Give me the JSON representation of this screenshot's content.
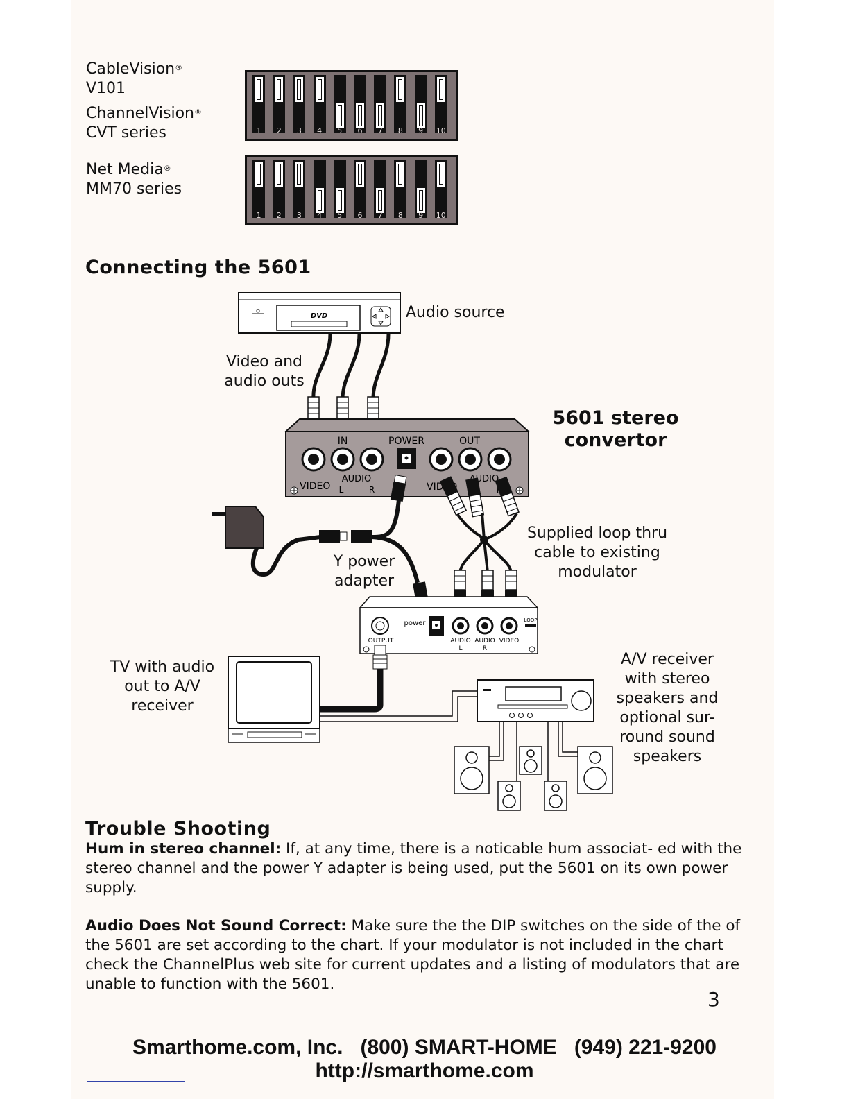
{
  "dip_rows": [
    {
      "labels": [
        {
          "name": "CableVision",
          "mark": "®",
          "model": "V101"
        },
        {
          "name": "ChannelVision",
          "mark": "®",
          "model": "CVT series"
        }
      ],
      "switches": [
        "up",
        "up",
        "up",
        "up",
        "down",
        "down",
        "down",
        "up",
        "down",
        "up"
      ]
    },
    {
      "labels": [
        {
          "name": "Net Media",
          "mark": "®",
          "model": "MM70 series"
        }
      ],
      "switches": [
        "up",
        "up",
        "up",
        "down",
        "down",
        "up",
        "down",
        "up",
        "down",
        "up"
      ]
    }
  ],
  "switch_numbers": [
    "1",
    "2",
    "3",
    "4",
    "5",
    "6",
    "7",
    "8",
    "9",
    "10"
  ],
  "connecting": {
    "heading": "Connecting the 5601",
    "dvd_label": "DVD",
    "audio_source": "Audio source",
    "video_audio_outs_1": "Video and",
    "video_audio_outs_2": "audio outs",
    "convertor_1": "5601 stereo",
    "convertor_2": "convertor",
    "panel": {
      "in": "IN",
      "power": "POWER",
      "out": "OUT",
      "video": "VIDEO",
      "audio": "AUDIO",
      "l": "L",
      "r": "R"
    },
    "loop_1": "Supplied loop thru",
    "loop_2": "cable to existing",
    "loop_3": "modulator",
    "y_power_1": "Y power",
    "y_power_2": "adapter",
    "modulator": {
      "power": "power",
      "output": "OUTPUT",
      "audio": "AUDIO",
      "video": "VIDEO",
      "l": "L",
      "r": "R",
      "loop": "LOOP"
    },
    "tv_1": "TV with audio",
    "tv_2": "out to A/V",
    "tv_3": "receiver",
    "av_1": "A/V receiver",
    "av_2": "with stereo",
    "av_3": "speakers and",
    "av_4": "optional sur-",
    "av_5": "round sound",
    "av_6": "speakers"
  },
  "trouble": {
    "heading": "Trouble Shooting",
    "hum_title": "Hum in stereo channel:",
    "hum_text": " If, at any time, there is a noticable hum associat- ed with the stereo channel and the power Y adapter is being used, put the 5601 on its own power supply.",
    "audio_title": "Audio Does Not Sound Correct:",
    "audio_text": " Make sure the the DIP switches on the side of the of the 5601 are set according to the chart. If your modulator is not included in the chart check the ChannelPlus web site for current updates and a listing of modulators that are unable to function with the 5601."
  },
  "page_number": "3",
  "footer": {
    "line1": "Smarthome.com, Inc.   (800) SMART-HOME   (949) 221-9200",
    "line2": "http://smarthome.com"
  }
}
